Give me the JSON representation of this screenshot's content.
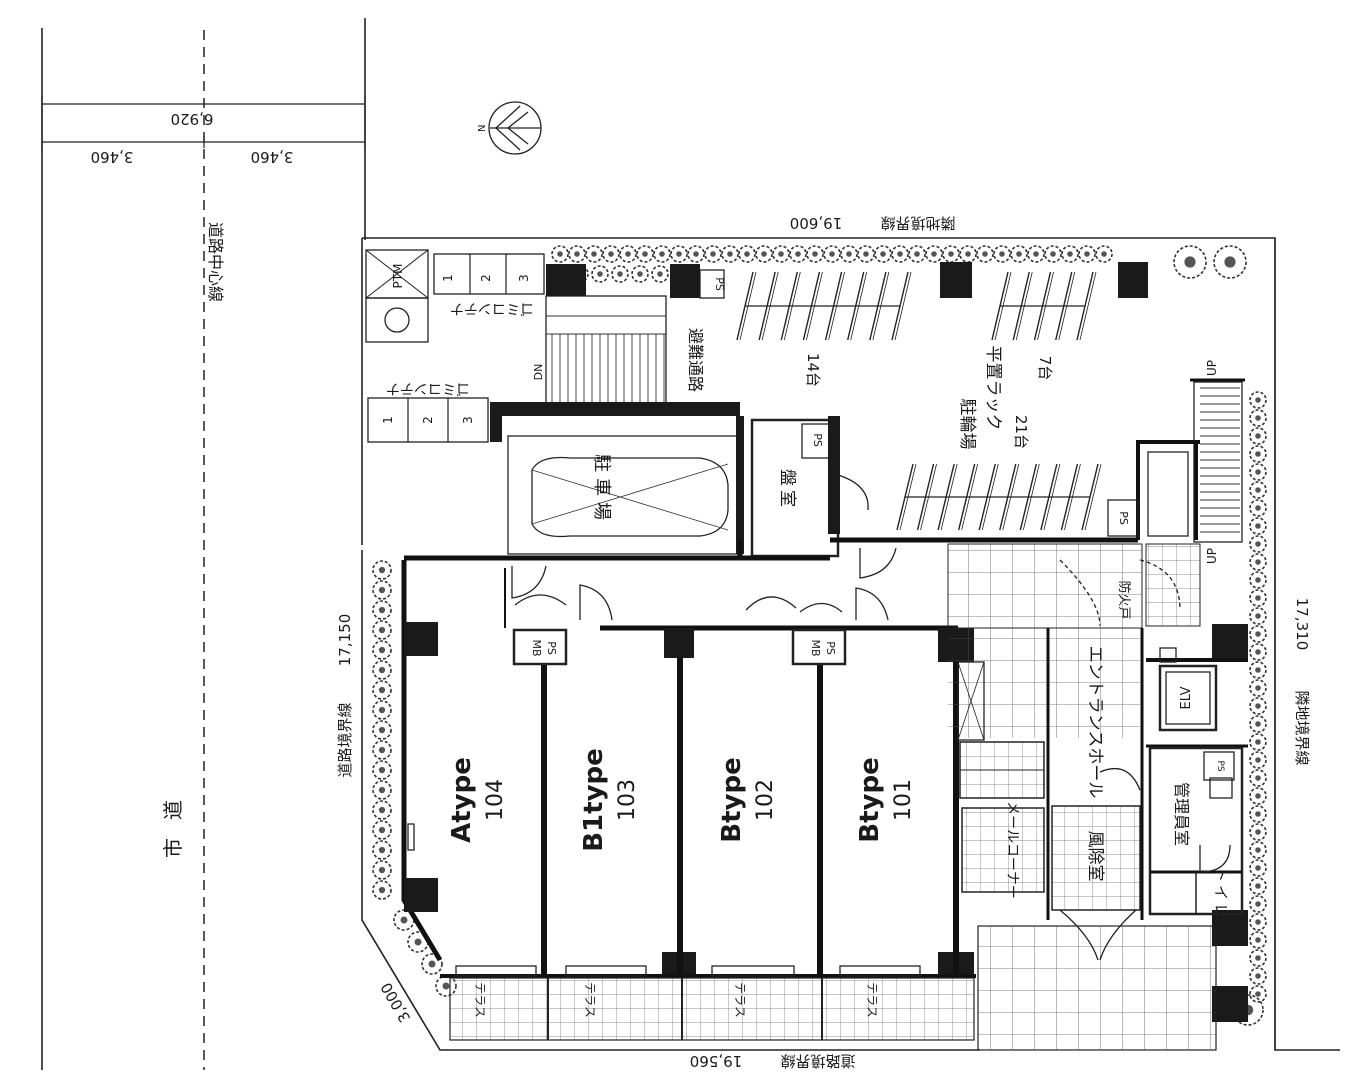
{
  "road": {
    "dim_total": "6,920",
    "dim_half_left": "3,460",
    "dim_half_right": "3,460",
    "centerline_label": "道路中心線",
    "road_name": "市道"
  },
  "boundaries": {
    "top_label": "隣地境界線",
    "top_dim": "19,600",
    "right_label": "隣地境界線",
    "right_dim": "17,310",
    "left_label": "道路境界線",
    "left_dim": "17,150",
    "bottom_label": "道路境界線",
    "bottom_dim": "19,560",
    "corner_dim": "3,000"
  },
  "compass": {
    "north": "N"
  },
  "facilities": {
    "ptm": "PTM",
    "garbage_top": "ゴミコンテナ",
    "garbage_mid": "ゴミコンテナ",
    "slots": [
      "1",
      "2",
      "3"
    ],
    "dn": "DN",
    "up_top": "UP",
    "up_bottom": "UP",
    "evac": "避難通路",
    "parking_car": "駐車場",
    "panel_room": "盤室",
    "ps": "PS",
    "mbps_mb": "MB",
    "mbps_ps": "PS",
    "bike_count_14": "14台",
    "bike_count_7": "7台",
    "bike_count_21": "21台",
    "bike_parking": "駐輪場",
    "flat_rack": "平置ラック",
    "fire_door": "防火戸",
    "entrance_hall": "エントランスホール",
    "elv": "ELV",
    "manager_room": "管理員室",
    "windbreak": "風除室",
    "mail_corner": "メールコーナー",
    "toilet": "トイレ",
    "terrace": "テラス"
  },
  "units": [
    {
      "type": "Atype",
      "number": "104"
    },
    {
      "type": "B1type",
      "number": "103"
    },
    {
      "type": "Btype",
      "number": "102"
    },
    {
      "type": "Btype",
      "number": "101"
    }
  ]
}
